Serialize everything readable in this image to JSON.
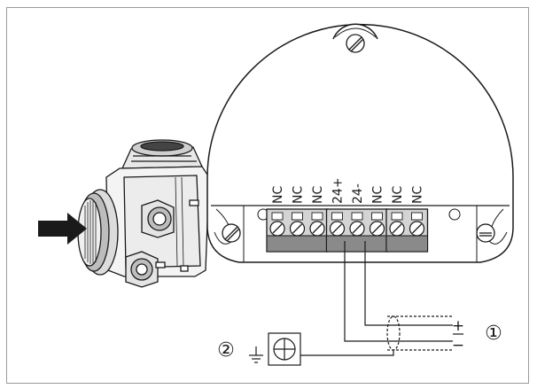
{
  "terminals": [
    "NC",
    "NC",
    "NC",
    "24+",
    "24-",
    "NC",
    "NC",
    "NC"
  ],
  "labels": {
    "callout_1": "①",
    "callout_2": "②",
    "polarity_plus": "+",
    "polarity_minus": "−"
  },
  "colors": {
    "stroke": "#1a1a1a",
    "block_fill": "#d4d4d4",
    "block_shade": "#8a8a8a",
    "arrow_fill": "#1a1a1a",
    "frame": "#9a9a9a"
  },
  "icons": {
    "insert_arrow": "arrow-right-icon",
    "ground": "ground-icon",
    "ground_terminal": "ground-terminal-icon",
    "screw": "screw-icon"
  }
}
